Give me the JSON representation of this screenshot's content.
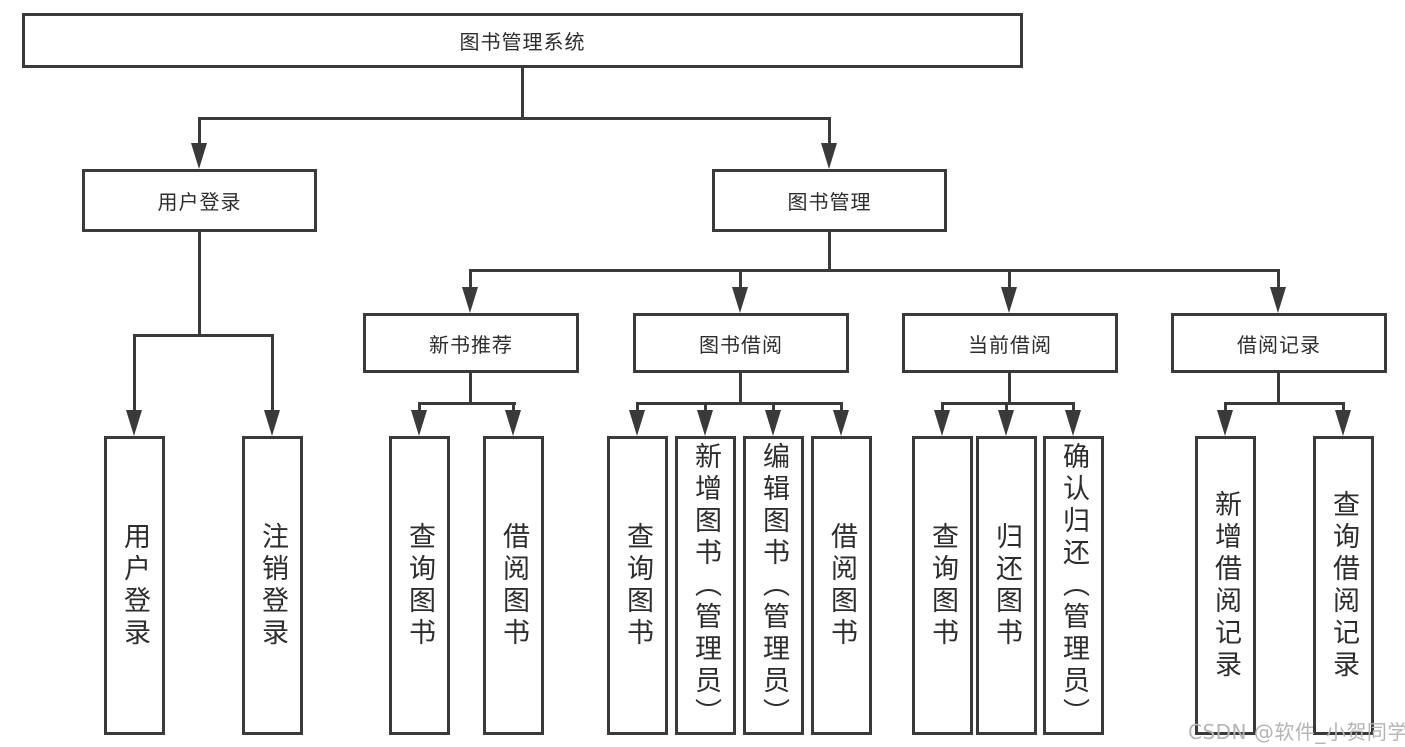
{
  "diagram": {
    "title_node": {
      "label": "图书管理系统"
    },
    "level2": [
      {
        "label": "用户登录"
      },
      {
        "label": "图书管理"
      }
    ],
    "level3": [
      {
        "label": "新书推荐"
      },
      {
        "label": "图书借阅"
      },
      {
        "label": "当前借阅"
      },
      {
        "label": "借阅记录"
      }
    ],
    "leaves": [
      {
        "label": "用户登录"
      },
      {
        "label": "注销登录"
      },
      {
        "label": "查询图书"
      },
      {
        "label": "借阅图书"
      },
      {
        "label": "查询图书"
      },
      {
        "label": "新增图书（管理员）"
      },
      {
        "label": "编辑图书（管理员）"
      },
      {
        "label": "借阅图书"
      },
      {
        "label": "查询图书"
      },
      {
        "label": "归还图书"
      },
      {
        "label": "确认归还（管理员）"
      },
      {
        "label": "新增借阅记录"
      },
      {
        "label": "查询借阅记录"
      }
    ],
    "colors": {
      "line": "#3a3a3a",
      "text": "#2d2d2d",
      "box_background": "#ffffff",
      "watermark": "#b5b5b5"
    }
  },
  "watermark": {
    "text": "CSDN @软件_小贺同学"
  }
}
